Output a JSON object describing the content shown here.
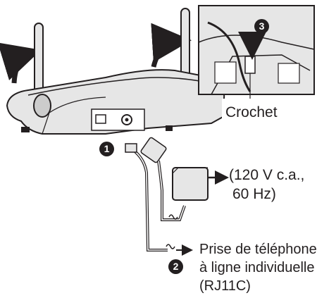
{
  "steps": {
    "one": "1",
    "two": "2",
    "three": "3"
  },
  "labels": {
    "hook": "Crochet",
    "power_line1": "(120 V c.a.,",
    "power_line2": "60 Hz)",
    "phone_line1": "Prise de téléphone",
    "phone_line2": "à ligne individuelle",
    "phone_line3": "(RJ11C)"
  },
  "colors": {
    "ink": "#231f20",
    "body_fill": "#e6e6e6",
    "paper": "#ffffff"
  }
}
